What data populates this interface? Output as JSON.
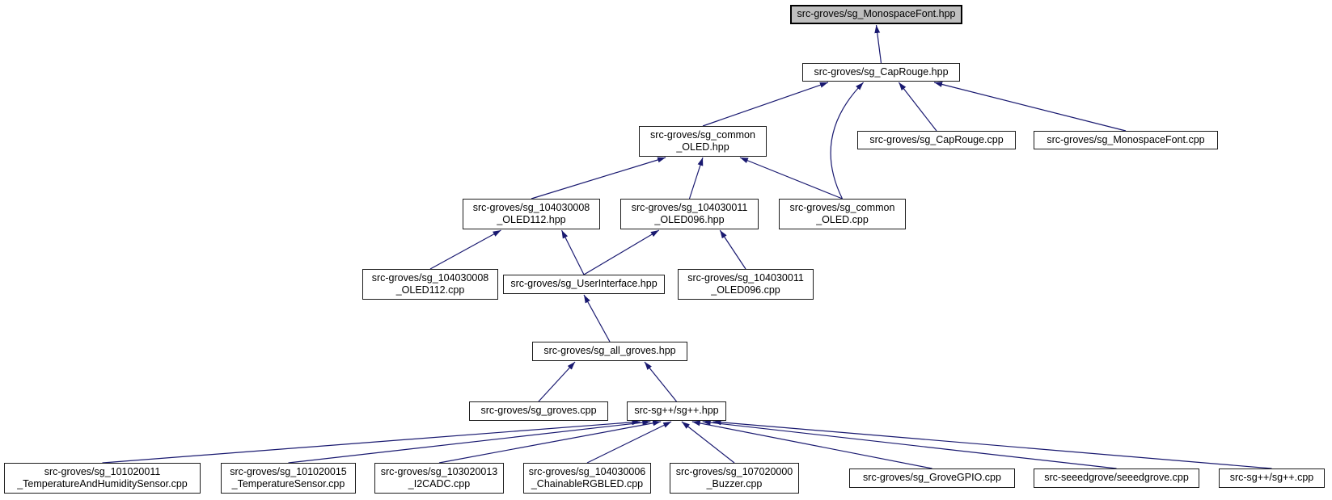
{
  "diagram": {
    "type": "include-dependency-graph",
    "highlighted_node": "src-groves/sg_MonospaceFont.hpp",
    "colors": {
      "background": "#ffffff",
      "node_fill": "#ffffff",
      "node_border": "#1c1c1c",
      "highlight_fill": "#bfbfbf",
      "highlight_border": "#000000",
      "edge": "#191970",
      "text": "#000000"
    },
    "nodes": [
      {
        "id": "monofont_hpp",
        "label": "src-groves/sg_MonospaceFont.hpp",
        "highlighted": true
      },
      {
        "id": "caprouge_hpp",
        "label": "src-groves/sg_CapRouge.hpp"
      },
      {
        "id": "common_oled_hpp",
        "label": "src-groves/sg_common\n_OLED.hpp"
      },
      {
        "id": "caprouge_cpp",
        "label": "src-groves/sg_CapRouge.cpp"
      },
      {
        "id": "monofont_cpp",
        "label": "src-groves/sg_MonospaceFont.cpp"
      },
      {
        "id": "oled112_hpp",
        "label": "src-groves/sg_104030008\n_OLED112.hpp"
      },
      {
        "id": "oled096_hpp",
        "label": "src-groves/sg_104030011\n_OLED096.hpp"
      },
      {
        "id": "common_oled_cpp",
        "label": "src-groves/sg_common\n_OLED.cpp"
      },
      {
        "id": "oled112_cpp",
        "label": "src-groves/sg_104030008\n_OLED112.cpp"
      },
      {
        "id": "userinterface_hpp",
        "label": "src-groves/sg_UserInterface.hpp"
      },
      {
        "id": "oled096_cpp",
        "label": "src-groves/sg_104030011\n_OLED096.cpp"
      },
      {
        "id": "all_groves_hpp",
        "label": "src-groves/sg_all_groves.hpp"
      },
      {
        "id": "groves_cpp",
        "label": "src-groves/sg_groves.cpp"
      },
      {
        "id": "sgpp_hpp",
        "label": "src-sg++/sg++.hpp"
      },
      {
        "id": "temphum_cpp",
        "label": "src-groves/sg_101020011\n_TemperatureAndHumiditySensor.cpp"
      },
      {
        "id": "tempsensor_cpp",
        "label": "src-groves/sg_101020015\n_TemperatureSensor.cpp"
      },
      {
        "id": "i2cadc_cpp",
        "label": "src-groves/sg_103020013\n_I2CADC.cpp"
      },
      {
        "id": "chainablergbled_cpp",
        "label": "src-groves/sg_104030006\n_ChainableRGBLED.cpp"
      },
      {
        "id": "buzzer_cpp",
        "label": "src-groves/sg_107020000\n_Buzzer.cpp"
      },
      {
        "id": "grovegpio_cpp",
        "label": "src-groves/sg_GroveGPIO.cpp"
      },
      {
        "id": "seeedgrove_cpp",
        "label": "src-seeedgrove/seeedgrove.cpp"
      },
      {
        "id": "sgpp_cpp",
        "label": "src-sg++/sg++.cpp"
      }
    ],
    "edges": [
      {
        "from": "caprouge_hpp",
        "to": "monofont_hpp"
      },
      {
        "from": "common_oled_hpp",
        "to": "caprouge_hpp"
      },
      {
        "from": "common_oled_cpp",
        "to": "caprouge_hpp"
      },
      {
        "from": "caprouge_cpp",
        "to": "caprouge_hpp"
      },
      {
        "from": "monofont_cpp",
        "to": "caprouge_hpp"
      },
      {
        "from": "oled112_hpp",
        "to": "common_oled_hpp"
      },
      {
        "from": "oled096_hpp",
        "to": "common_oled_hpp"
      },
      {
        "from": "common_oled_cpp",
        "to": "common_oled_hpp"
      },
      {
        "from": "oled112_cpp",
        "to": "oled112_hpp"
      },
      {
        "from": "userinterface_hpp",
        "to": "oled112_hpp"
      },
      {
        "from": "userinterface_hpp",
        "to": "oled096_hpp"
      },
      {
        "from": "oled096_cpp",
        "to": "oled096_hpp"
      },
      {
        "from": "all_groves_hpp",
        "to": "userinterface_hpp"
      },
      {
        "from": "groves_cpp",
        "to": "all_groves_hpp"
      },
      {
        "from": "sgpp_hpp",
        "to": "all_groves_hpp"
      },
      {
        "from": "temphum_cpp",
        "to": "sgpp_hpp"
      },
      {
        "from": "tempsensor_cpp",
        "to": "sgpp_hpp"
      },
      {
        "from": "i2cadc_cpp",
        "to": "sgpp_hpp"
      },
      {
        "from": "chainablergbled_cpp",
        "to": "sgpp_hpp"
      },
      {
        "from": "buzzer_cpp",
        "to": "sgpp_hpp"
      },
      {
        "from": "grovegpio_cpp",
        "to": "sgpp_hpp"
      },
      {
        "from": "seeedgrove_cpp",
        "to": "sgpp_hpp"
      },
      {
        "from": "sgpp_cpp",
        "to": "sgpp_hpp"
      }
    ]
  }
}
